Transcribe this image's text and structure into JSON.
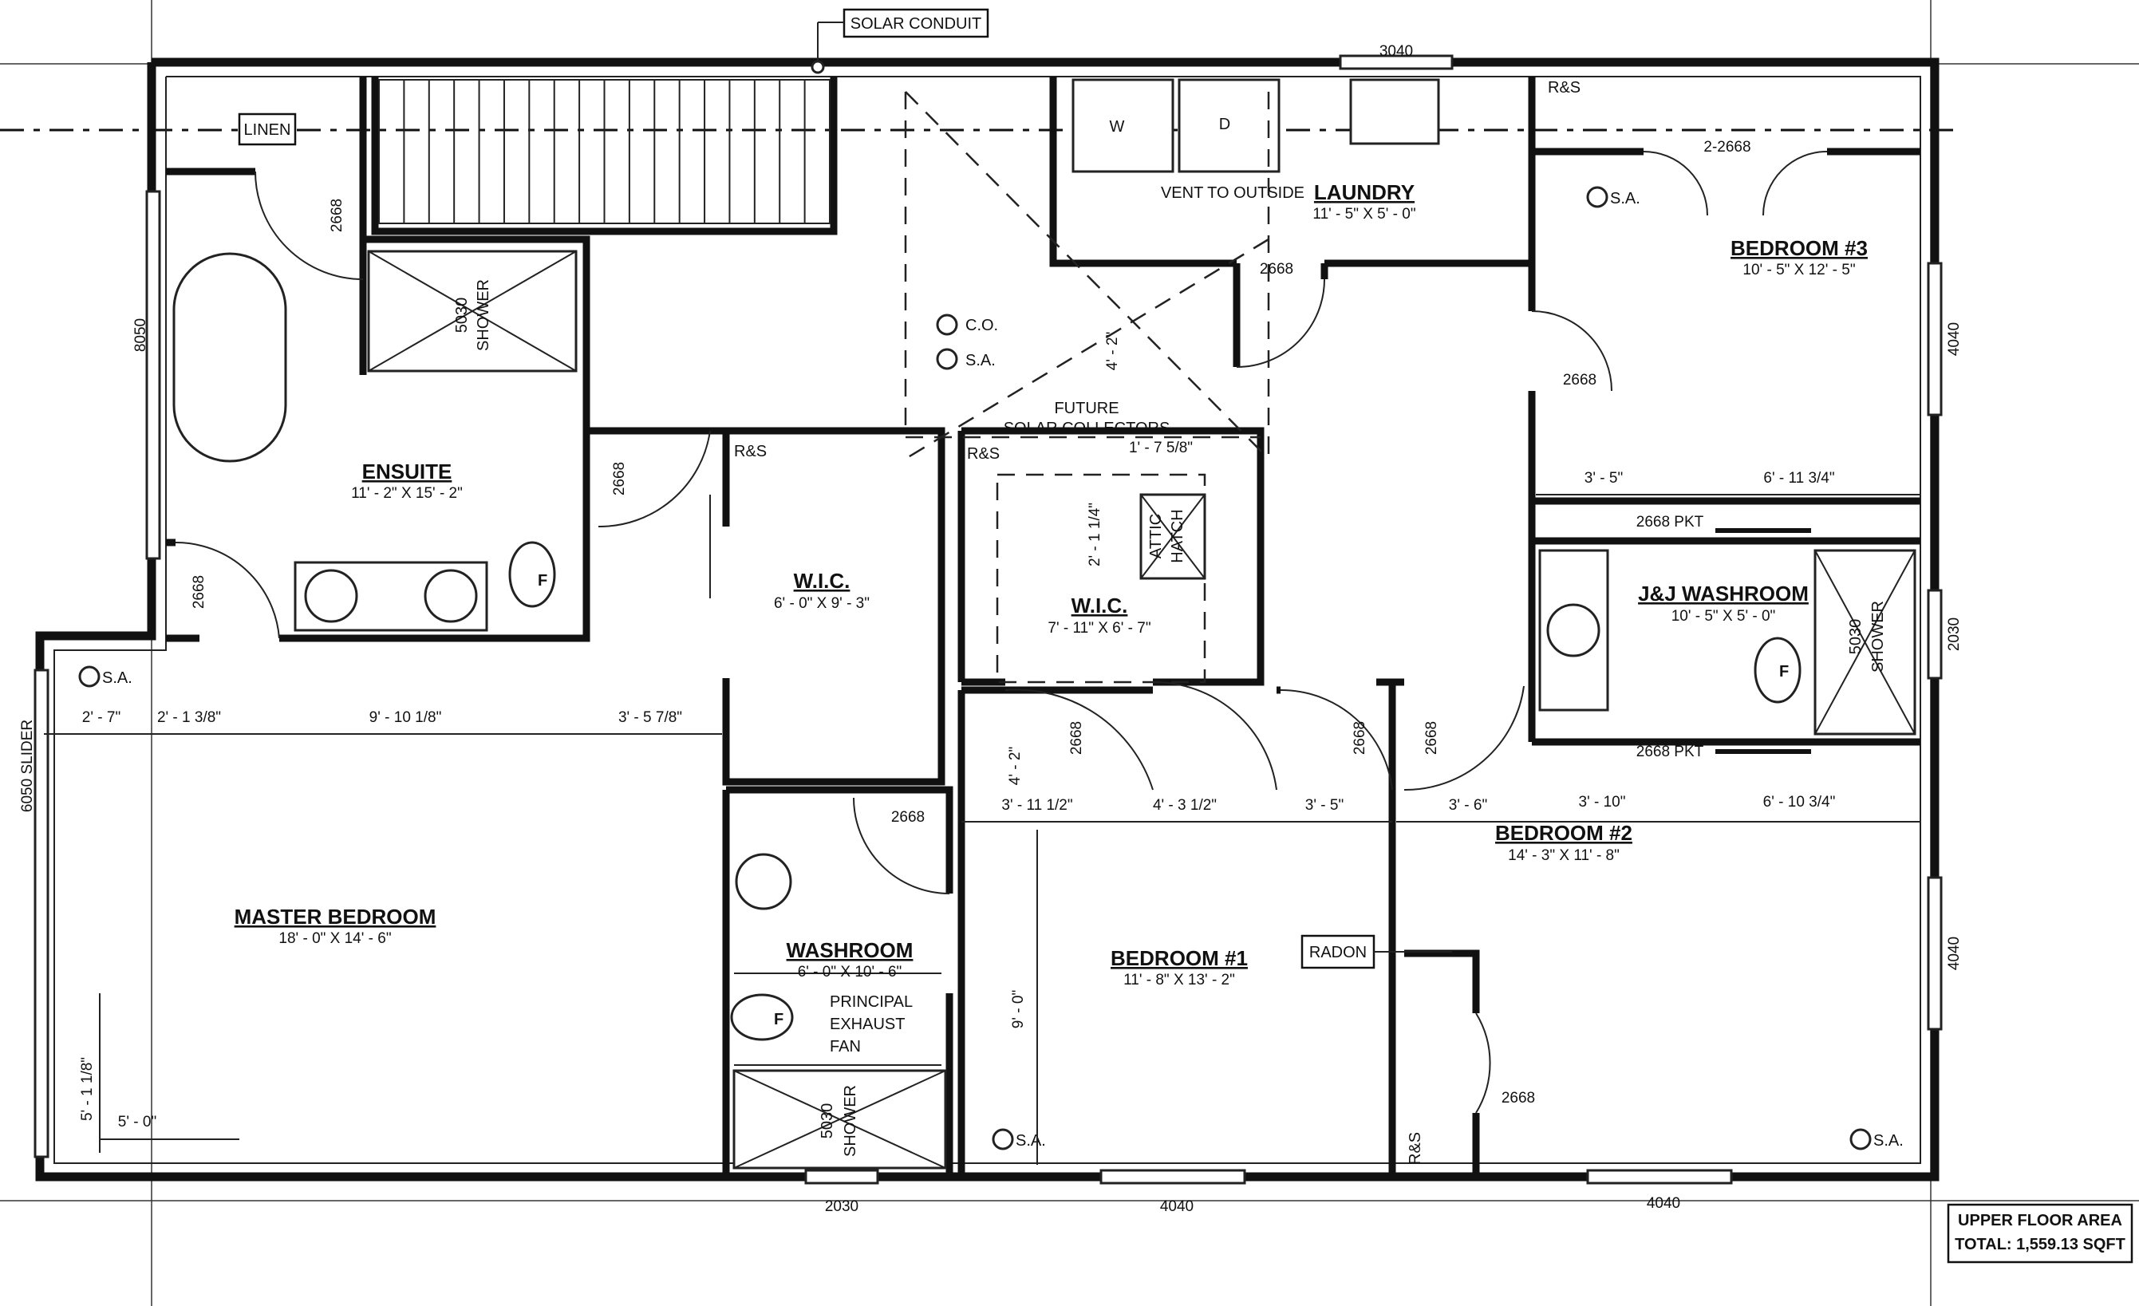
{
  "rooms": {
    "master_bedroom": {
      "name": "MASTER BEDROOM",
      "size": "18' - 0\" X 14' - 6\""
    },
    "ensuite": {
      "name": "ENSUITE",
      "size": "11' - 2\" X 15' - 2\""
    },
    "wic1": {
      "name": "W.I.C.",
      "size": "6' - 0\" X 9' - 3\""
    },
    "wic2": {
      "name": "W.I.C.",
      "size": "7' - 11\" X 6' - 7\""
    },
    "laundry": {
      "name": "LAUNDRY",
      "size": "11' - 5\" X 5' - 0\""
    },
    "bedroom3": {
      "name": "BEDROOM #3",
      "size": "10' - 5\" X 12' - 5\""
    },
    "jj_washroom": {
      "name": "J&J WASHROOM",
      "size": "10' - 5\" X 5' - 0\""
    },
    "bedroom2": {
      "name": "BEDROOM #2",
      "size": "14' - 3\" X 11' - 8\""
    },
    "bedroom1": {
      "name": "BEDROOM #1",
      "size": "11' - 8\" X 13' - 2\""
    },
    "washroom": {
      "name": "WASHROOM",
      "size": "6' - 0\" X 10' - 6\""
    }
  },
  "labels": {
    "solar_conduit": "SOLAR CONDUIT",
    "linen": "LINEN",
    "vent_to_outside": "VENT TO OUTSIDE",
    "washer": "W",
    "dryer": "D",
    "co": "C.O.",
    "sa": "S.A.",
    "future": "FUTURE",
    "solar_collectors": "SOLAR COLLECTORS",
    "rs": "R&S",
    "attic": "ATTIC",
    "hatch": "HATCH",
    "shower": "SHOWER",
    "shower_size": "5030",
    "fan": "F",
    "principal": "PRINCIPAL",
    "exhaust": "EXHAUST",
    "fan_word": "FAN",
    "radon": "RADON",
    "slider": "6050 SLIDER",
    "pkt1": "2668 PKT",
    "pkt2": "2668 PKT"
  },
  "dimensions": {
    "top_window": "3040",
    "left_window": "8050",
    "bottom_2030": "2030",
    "bottom_4040a": "4040",
    "bottom_4040b": "4040",
    "right_4040a": "4040",
    "right_2030": "2030",
    "right_4040b": "4040",
    "door_2668": "2668",
    "door_2_2668": "2-2668",
    "m_2_7": "2' - 7\"",
    "m_2_1_3_8": "2' - 1 3/8\"",
    "m_9_10_1_8": "9' - 10 1/8\"",
    "m_3_5_7_8": "3' - 5 7/8\"",
    "m_5_1_1_8": "5' - 1 1/8\"",
    "m_5_0": "5' - 0\"",
    "m_4_2": "4' - 2\"",
    "m_1_7_5_8": "1' - 7 5/8\"",
    "m_2_1_1_4": "2' - 1 1/4\"",
    "m_3_11_1_2": "3' - 11 1/2\"",
    "m_4_3_1_2": "4' - 3 1/2\"",
    "m_3_5": "3' - 5\"",
    "m_3_6": "3' - 6\"",
    "m_3_10": "3' - 10\"",
    "m_6_10_3_4": "6' - 10 3/4\"",
    "m_6_11_3_4": "6' - 11 3/4\"",
    "m_9_0": "9' - 0\""
  },
  "area": {
    "title": "UPPER FLOOR AREA",
    "total": "TOTAL: 1,559.13 SQFT"
  }
}
